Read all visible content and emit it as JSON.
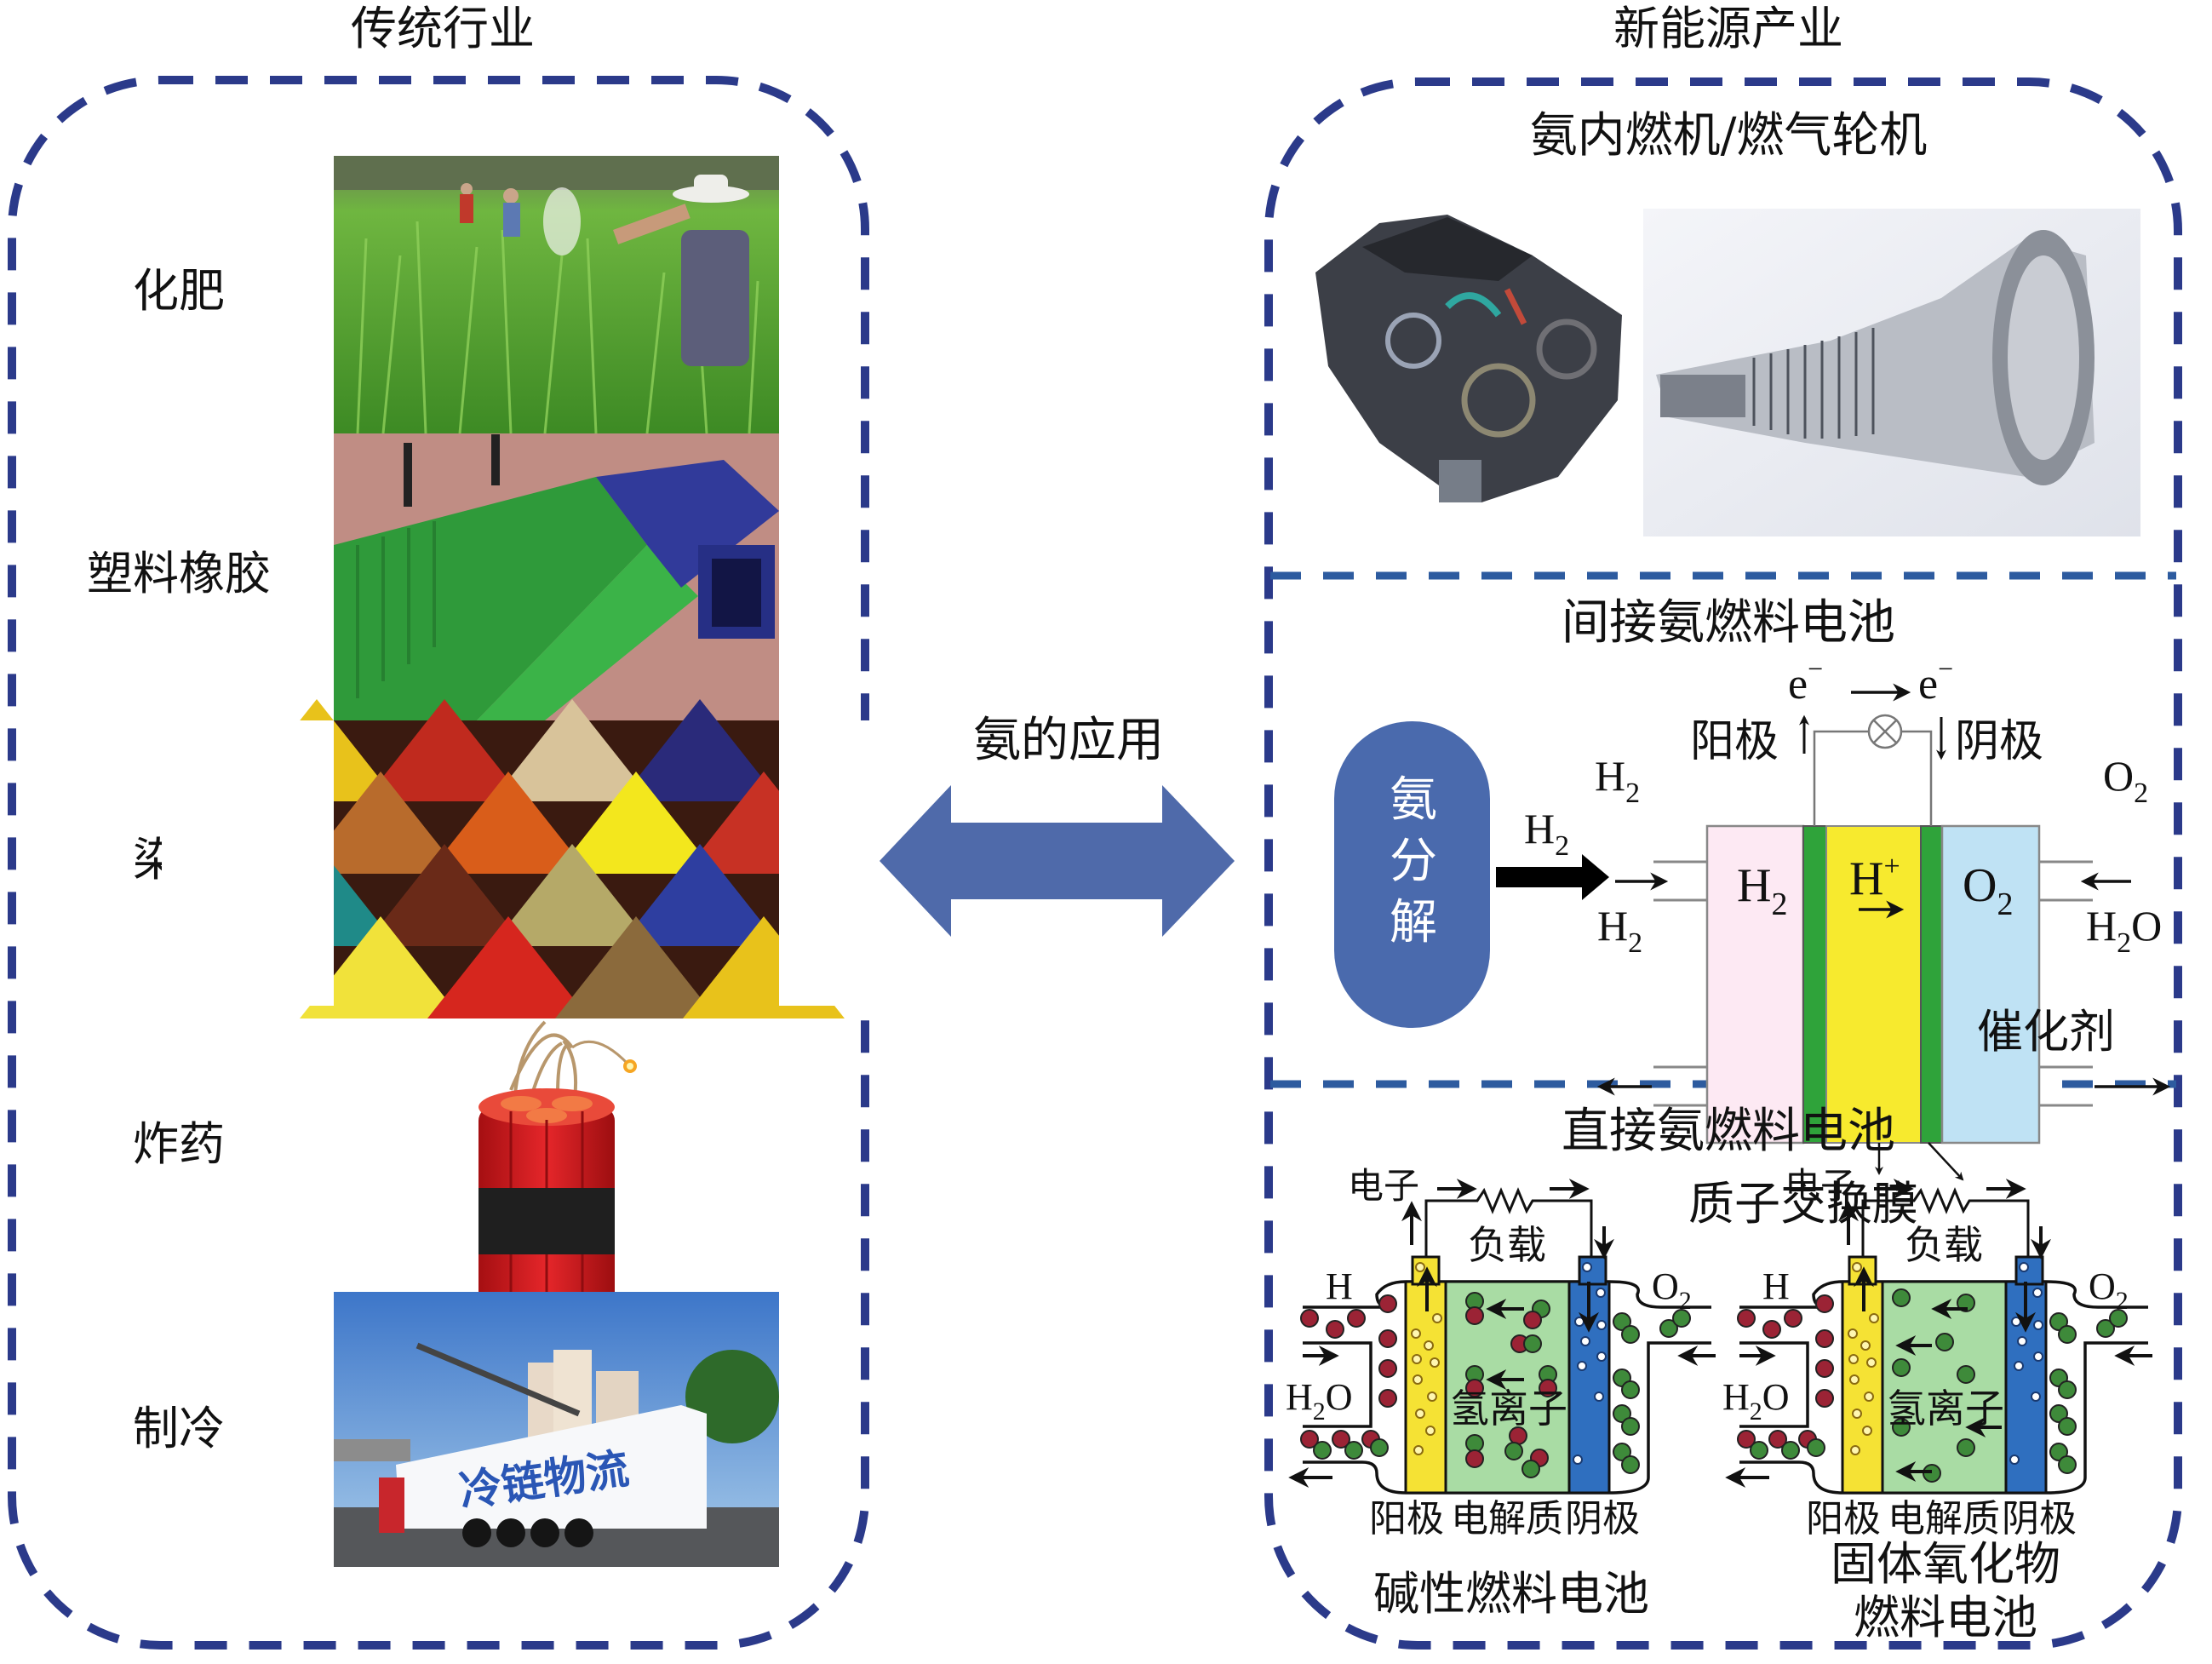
{
  "titles": {
    "traditional": "传统行业",
    "new_energy": "新能源产业",
    "center": "氨的应用"
  },
  "traditional_items": [
    {
      "label": "化肥",
      "photo": "farmer-fertilizing-rice-field"
    },
    {
      "label": "塑料橡胶",
      "photo": "plastic-bins"
    },
    {
      "label": "染料",
      "photo": "colored-dye-powders"
    },
    {
      "label": "炸药",
      "photo": "dynamite-bundle"
    },
    {
      "label": "制冷",
      "photo": "cold-chain-truck"
    }
  ],
  "truck_text": "冷链物流",
  "engines": {
    "title": "氨内燃机/燃气轮机",
    "photos": [
      "internal-combustion-engine",
      "gas-turbine"
    ]
  },
  "indirect_cell": {
    "title": "间接氨燃料电池",
    "decomposer": [
      "氨",
      "分",
      "解"
    ],
    "h2_feed": {
      "base": "H",
      "sub": "2"
    },
    "inlet_left": {
      "base": "H",
      "sub": "2"
    },
    "outlet_left": {
      "base": "H",
      "sub": "2"
    },
    "inlet_right": {
      "base": "O",
      "sub": "2"
    },
    "outlet_right": {
      "base": "H",
      "sub": "2",
      "tail": "O"
    },
    "anode_label": "阳极",
    "cathode_label": "阴极",
    "electron": {
      "base": "e",
      "sup": "−"
    },
    "chamber_anode": {
      "base": "H",
      "sub": "2"
    },
    "chamber_membrane": {
      "base": "H",
      "sup": "+"
    },
    "chamber_cathode": {
      "base": "O",
      "sub": "2"
    },
    "membrane_label": "质子交换膜",
    "catalyst_label": "催化剂",
    "colors": {
      "anode": "#fde9f3",
      "catalyst": "#2fa33a",
      "membrane": "#f7ea2e",
      "cathode": "#bfe2f4",
      "decomposer": "#4a6aad"
    }
  },
  "direct_cell": {
    "title": "直接氨燃料电池",
    "cells": [
      {
        "name": "碱性燃料电池",
        "name_lines": [
          "碱性燃料电池"
        ],
        "electron_label": "电子",
        "load_label": "负载",
        "fuel_in": "H",
        "oxidant": {
          "base": "O",
          "sub": "2"
        },
        "exhaust": {
          "base": "H",
          "sub": "2",
          "tail": "O"
        },
        "ion_label": "氢离子",
        "layer_labels": [
          "阳极",
          "电解质",
          "阴极"
        ]
      },
      {
        "name": "固体氧化物燃料电池",
        "name_lines": [
          "固体氧化物",
          "燃料电池"
        ],
        "electron_label": "电子",
        "load_label": "负载",
        "fuel_in": "H",
        "oxidant": {
          "base": "O",
          "sub": "2"
        },
        "exhaust": {
          "base": "H",
          "sub": "2",
          "tail": "O"
        },
        "ion_label": "氢离子",
        "layer_labels": [
          "阳极",
          "电解质",
          "阴极"
        ]
      }
    ],
    "colors": {
      "anode": "#f5e234",
      "electrolyte": "#a9dca4",
      "cathode": "#2f6fbf",
      "molecule_red": "#9b2335",
      "molecule_green": "#3e8a3a"
    }
  },
  "colors": {
    "outer_box": "#2b3a8a",
    "separator": "#2d5b9f",
    "center_arrow": "#4f6aaa"
  }
}
